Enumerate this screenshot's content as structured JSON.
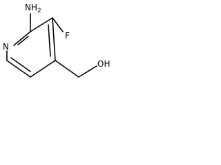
{
  "molecule": {
    "atoms": {
      "amine": "NH2",
      "amine_n": "NH",
      "amine_sub": "2",
      "fluorine": "F",
      "ring_nitrogen": "N",
      "hydroxyl": "OH"
    }
  }
}
